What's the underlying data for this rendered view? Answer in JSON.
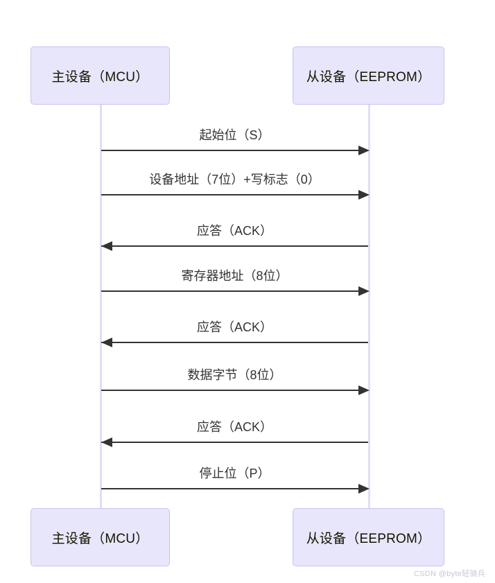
{
  "diagram": {
    "type": "sequence-diagram",
    "colors": {
      "participant_fill": "#E8E6FB",
      "participant_border": "#C9C3EE",
      "lifeline": "#E2DDF6",
      "arrow": "#333333",
      "label_text": "#333333",
      "background": "#FFFFFF",
      "watermark": "#C9C6D4"
    },
    "participants": [
      {
        "id": "master",
        "label": "主设备（MCU）"
      },
      {
        "id": "slave",
        "label": "从设备（EEPROM）"
      }
    ],
    "messages": [
      {
        "index": 1,
        "label": "起始位（S）",
        "from": "master",
        "to": "slave",
        "direction": "right"
      },
      {
        "index": 2,
        "label": "设备地址（7位）+写标志（0）",
        "from": "master",
        "to": "slave",
        "direction": "right"
      },
      {
        "index": 3,
        "label": "应答（ACK）",
        "from": "slave",
        "to": "master",
        "direction": "left"
      },
      {
        "index": 4,
        "label": "寄存器地址（8位）",
        "from": "master",
        "to": "slave",
        "direction": "right"
      },
      {
        "index": 5,
        "label": "应答（ACK）",
        "from": "slave",
        "to": "master",
        "direction": "left"
      },
      {
        "index": 6,
        "label": "数据字节（8位）",
        "from": "master",
        "to": "slave",
        "direction": "right"
      },
      {
        "index": 7,
        "label": "应答（ACK）",
        "from": "slave",
        "to": "master",
        "direction": "left"
      },
      {
        "index": 8,
        "label": "停止位（P）",
        "from": "master",
        "to": "slave",
        "direction": "right"
      }
    ],
    "watermark": "CSDN @byte轻骑兵"
  }
}
